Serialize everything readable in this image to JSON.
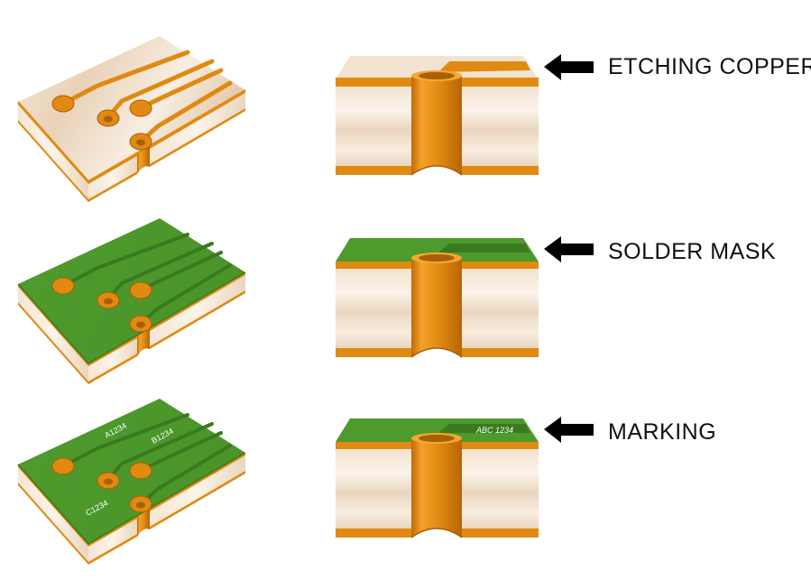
{
  "steps": [
    {
      "label": "ETCHING COPPER",
      "surface": "copper",
      "markings": [],
      "section_marking": ""
    },
    {
      "label": "SOLDER MASK",
      "surface": "mask",
      "markings": [],
      "section_marking": ""
    },
    {
      "label": "MARKING",
      "surface": "mask",
      "markings": [
        "A1234",
        "B1234",
        "C1234"
      ],
      "section_marking": "ABC 1234"
    }
  ],
  "colors": {
    "copper": "#E08A12",
    "copper_dark": "#A85F05",
    "copper_light": "#F4A92E",
    "substrate": "#EEDCC8",
    "substrate_light": "#FAF1E6",
    "solder_mask": "#4E9A2C",
    "solder_mask_dark": "#3A7A1F",
    "arrow": "#000000"
  },
  "icons": {
    "pointer": "left-arrow-icon"
  }
}
